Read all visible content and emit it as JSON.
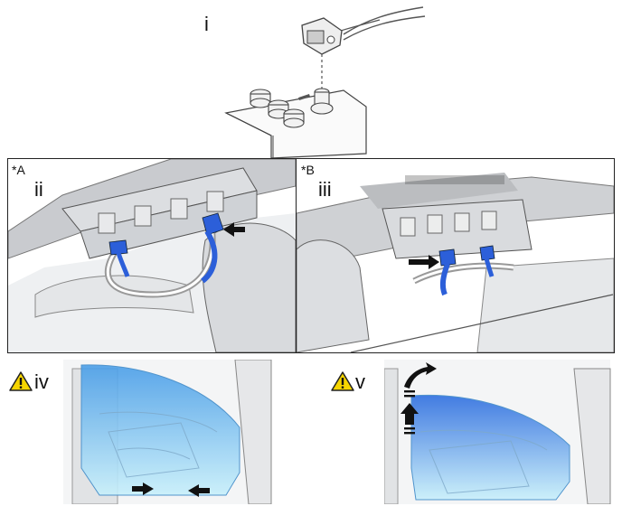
{
  "steps": {
    "i": "i",
    "ii": "ii",
    "iii": "iii",
    "iv": "iv",
    "v": "v"
  },
  "views": {
    "a_tag": "*A",
    "b_tag": "*B"
  },
  "icons": {
    "warning": "warning-triangle-icon",
    "arrow": "black-arrow-icon"
  },
  "colors": {
    "highlight_blue": "#2c5fd9",
    "glass_blue": "#5ab8ee",
    "warning_yellow": "#f6d500"
  }
}
